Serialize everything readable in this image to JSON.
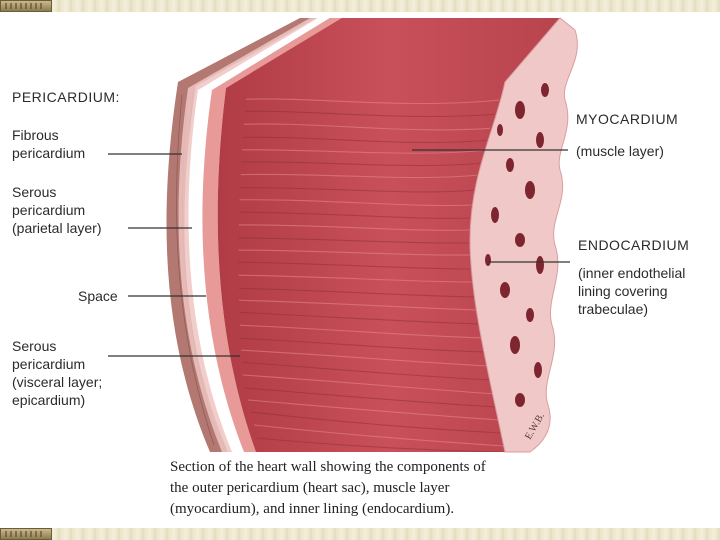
{
  "labels": {
    "pericardium_heading": "PERICARDIUM:",
    "fibrous": [
      "Fibrous",
      "pericardium"
    ],
    "serous_parietal": [
      "Serous",
      "pericardium",
      "(parietal layer)"
    ],
    "space": "Space",
    "serous_visceral": [
      "Serous",
      "pericardium",
      "(visceral layer;",
      "epicardium)"
    ],
    "myocardium": [
      "MYOCARDIUM",
      "(muscle layer)"
    ],
    "endocardium": [
      "ENDOCARDIUM",
      "(inner endothelial",
      "lining covering",
      "trabeculae)"
    ]
  },
  "signature": "E.W.B.",
  "caption": [
    "Section of the heart wall showing the components of",
    "the outer pericardium (heart sac), muscle layer",
    "(myocardium), and inner lining (endocardium)."
  ],
  "colors": {
    "muscle": "#c0474f",
    "muscle_dark": "#8e2e36",
    "muscle_light": "#e88a8e",
    "pericardium_pink": "#efc6c2",
    "fibrous_brown": "#b27871",
    "trabeculae": "#f1c8c8",
    "leader_line": "#333333"
  }
}
